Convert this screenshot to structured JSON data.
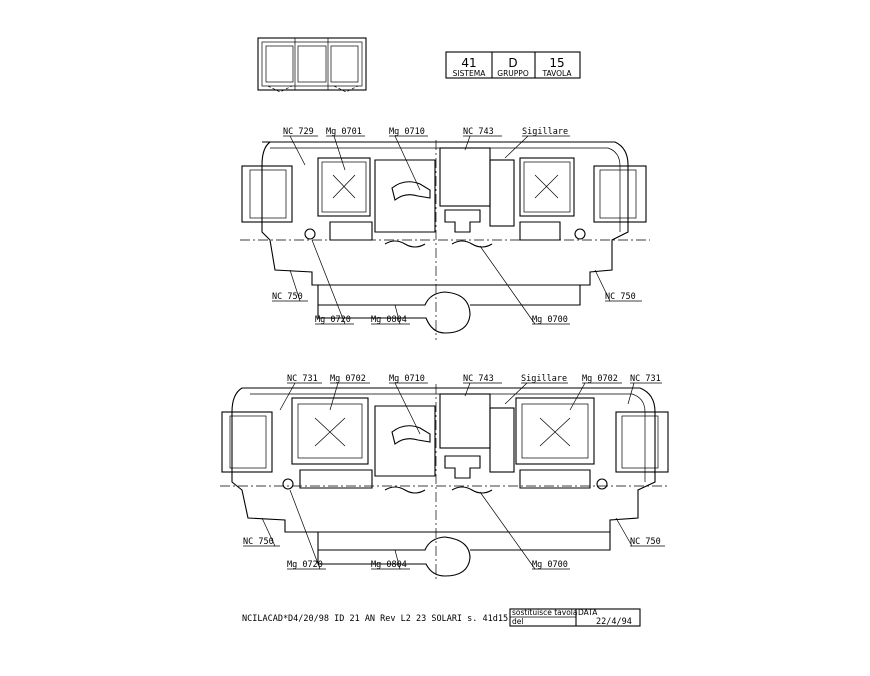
{
  "title_block": {
    "sistema_value": "41",
    "sistema_label": "SISTEMA",
    "gruppo_value": "D",
    "gruppo_label": "GRUPPO",
    "tavola_value": "15",
    "tavola_label": "TAVOLA"
  },
  "section_top": {
    "labels": {
      "nc729": "NC 729",
      "mg0701": "Mg 0701",
      "mg0710": "Mg 0710",
      "nc743": "NC 743",
      "sigillare": "Sigillare",
      "nc750_left": "NC 750",
      "nc750_right": "NC 750",
      "mg0720": "Mg 0720",
      "mg0804": "Mg 0804",
      "mg0700": "Mg 0700"
    }
  },
  "section_bottom": {
    "labels": {
      "nc731_left": "NC 731",
      "mg0702_left": "Mg 0702",
      "mg0710": "Mg 0710",
      "nc743": "NC 743",
      "sigillare": "Sigillare",
      "mg0702_right": "Mg 0702",
      "nc731_right": "NC 731",
      "nc750_left": "NC 750",
      "nc750_right": "NC 750",
      "mg0720": "Mg 0720",
      "mg0804": "Mg 0804",
      "mg0700": "Mg 0700"
    }
  },
  "footer": {
    "file_ref": "NCILACAD*D4/20/98 ID 21 AN Rev L2 23  SOLARI s. 41d15",
    "sostituisce_label": "sostituisce tavola",
    "del_label": "del",
    "data_label": "DATA",
    "data_value": "22/4/94"
  }
}
